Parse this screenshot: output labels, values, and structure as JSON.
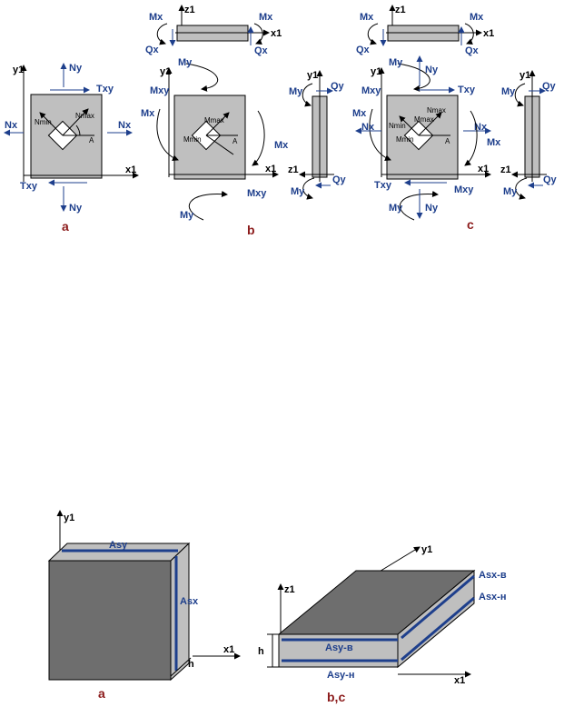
{
  "figure_top": {
    "panel_a": {
      "caption": "a",
      "axes": {
        "x": "x1",
        "y": "y1"
      },
      "forces": {
        "nx": "Nx",
        "ny": "Ny",
        "txy": "Txy"
      },
      "element_labels": {
        "nmax": "Nmax",
        "nmin": "Nmin",
        "alpha": "A"
      }
    },
    "panel_b": {
      "caption": "b",
      "axes": {
        "x": "x1",
        "y": "y1",
        "z": "z1"
      },
      "moments": {
        "mx": "Mx",
        "my": "My",
        "mxy": "Mxy"
      },
      "shears": {
        "qx": "Qx",
        "qy": "Qy"
      },
      "element_labels": {
        "mmax": "Mmax",
        "mmin": "Mmin",
        "alpha": "A"
      }
    },
    "panel_c": {
      "caption": "c",
      "axes": {
        "x": "x1",
        "y": "y1",
        "z": "z1"
      },
      "forces": {
        "nx": "Nx",
        "ny": "Ny",
        "txy": "Txy"
      },
      "moments": {
        "mx": "Mx",
        "my": "My",
        "mxy": "Mxy"
      },
      "shears": {
        "qx": "Qx",
        "qy": "Qy"
      },
      "element_labels": {
        "nmax": "Nmax",
        "nmin": "Nmin",
        "mmax": "Mmax",
        "mmin": "Mmin",
        "alpha": "A"
      }
    }
  },
  "figure_bottom": {
    "panel_a": {
      "caption": "a",
      "axes": {
        "x": "x1",
        "y": "y1"
      },
      "reinforcement": {
        "asy": "Asy",
        "asx": "Asx"
      },
      "thickness": "h"
    },
    "panel_bc": {
      "caption": "b,c",
      "axes": {
        "x": "x1",
        "y": "y1",
        "z": "z1"
      },
      "reinforcement": {
        "asx_top": "Asx-в",
        "asx_bottom": "Asx-н",
        "asy_top": "Asy-в",
        "asy_bottom": "Asy-н"
      },
      "thickness": "h"
    }
  },
  "colors": {
    "label_blue": "#1e3f8c",
    "caption_red": "#8b1a1a",
    "plate_gray": "#bfbfbf",
    "block_dark": "#6e6e6e"
  }
}
